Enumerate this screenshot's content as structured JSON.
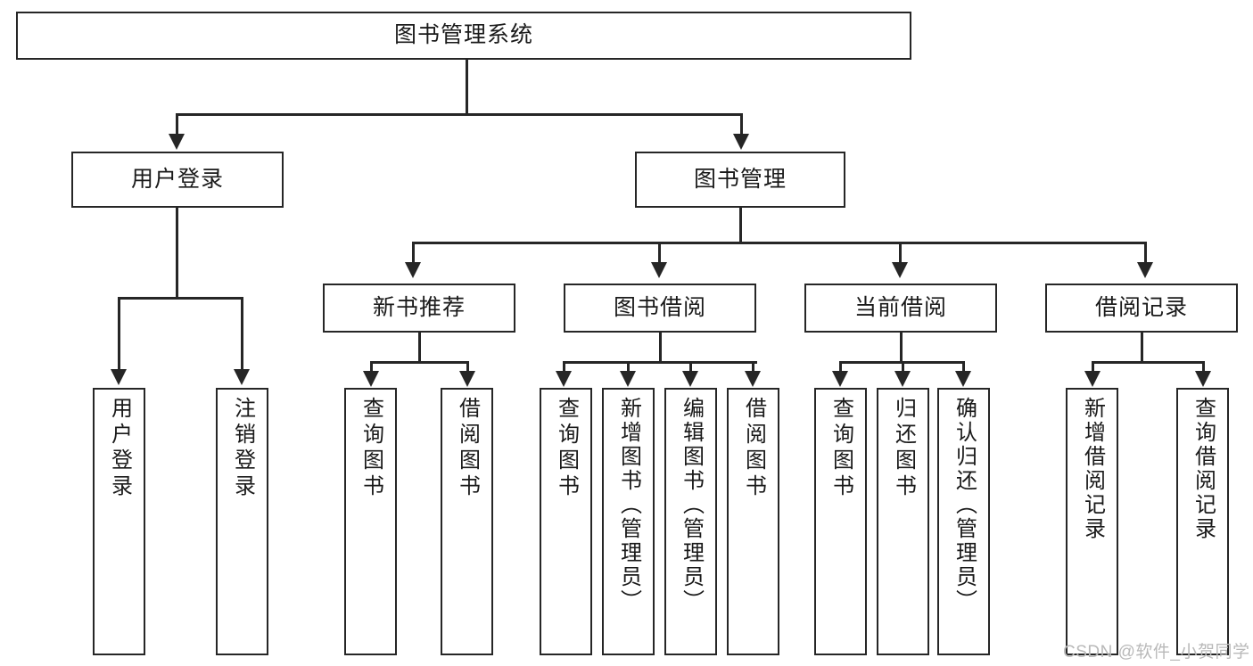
{
  "diagram": {
    "title": "图书管理系统",
    "watermark": "CSDN @软件_小贺同学",
    "type": "tree-hierarchy-diagram",
    "colors": {
      "stroke": "#262626",
      "fill": "#ffffff",
      "text": "#1a1a1a",
      "watermark": "#b9b9b9"
    },
    "root": {
      "label": "图书管理系统"
    },
    "level2": [
      {
        "id": "user-login",
        "label": "用户登录"
      },
      {
        "id": "book-management",
        "label": "图书管理"
      }
    ],
    "level3": [
      {
        "id": "new-book-recommend",
        "label": "新书推荐"
      },
      {
        "id": "book-borrow",
        "label": "图书借阅"
      },
      {
        "id": "current-borrow",
        "label": "当前借阅"
      },
      {
        "id": "borrow-record",
        "label": "借阅记录"
      }
    ],
    "leaves": {
      "user_login": [
        {
          "id": "leaf-user-login",
          "label": "用户登录"
        },
        {
          "id": "leaf-logout",
          "label": "注销登录"
        }
      ],
      "new_book_recommend": [
        {
          "id": "leaf-query-book-1",
          "label": "查询图书"
        },
        {
          "id": "leaf-borrow-book-1",
          "label": "借阅图书"
        }
      ],
      "book_borrow": [
        {
          "id": "leaf-query-book-2",
          "label": "查询图书"
        },
        {
          "id": "leaf-add-book",
          "label": "新增图书（管理员）"
        },
        {
          "id": "leaf-edit-book",
          "label": "编辑图书（管理员）"
        },
        {
          "id": "leaf-borrow-book-2",
          "label": "借阅图书"
        }
      ],
      "current_borrow": [
        {
          "id": "leaf-query-book-3",
          "label": "查询图书"
        },
        {
          "id": "leaf-return-book",
          "label": "归还图书"
        },
        {
          "id": "leaf-confirm-return",
          "label": "确认归还（管理员）"
        }
      ],
      "borrow_record": [
        {
          "id": "leaf-add-record",
          "label": "新增借阅记录"
        },
        {
          "id": "leaf-query-record",
          "label": "查询借阅记录"
        }
      ]
    }
  }
}
